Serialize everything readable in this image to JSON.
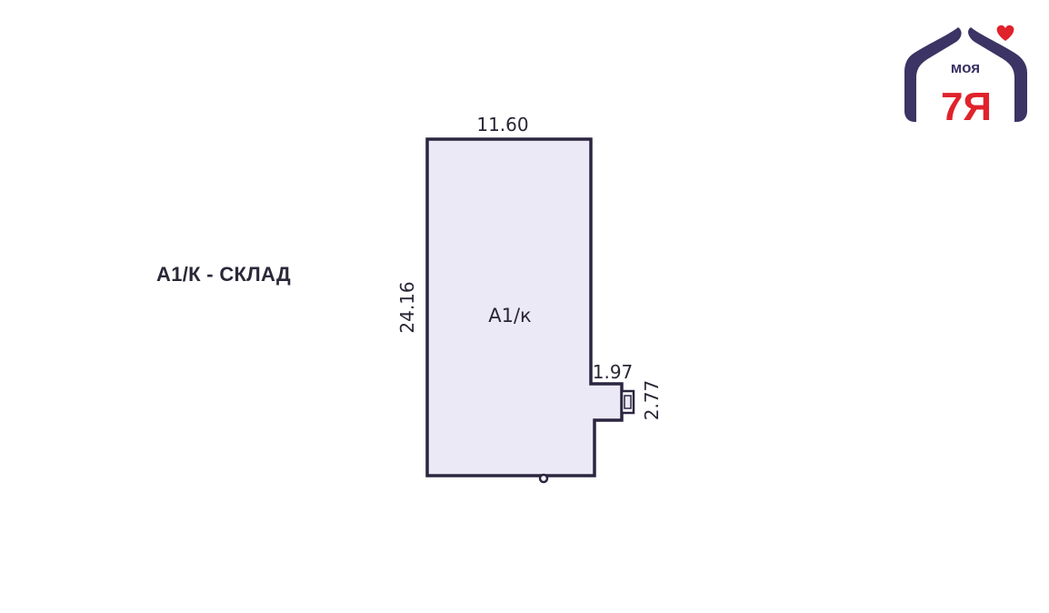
{
  "legend": {
    "text": "А1/К - СКЛАД"
  },
  "plan": {
    "room_label": "А1/к",
    "dimensions": {
      "top_width": "11.60",
      "left_height": "24.16",
      "notch_width": "1.97",
      "notch_height": "2.77"
    },
    "colors": {
      "wall": "#2c2540",
      "fill": "#ebe9f5"
    }
  },
  "logo": {
    "top_word": "моя",
    "big_word": "7Я",
    "colors": {
      "roof": "#3b3464",
      "accent": "#e0222b"
    }
  }
}
